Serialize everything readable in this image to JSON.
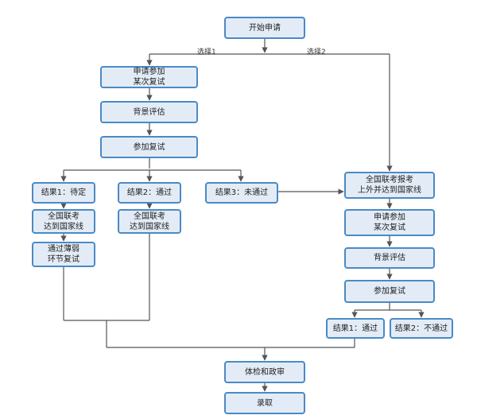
{
  "nodes": {
    "start": "开始申请",
    "apply_left": "申请参加\n某次复试",
    "bg_left": "背景评估",
    "interview_left": "参加复试",
    "res1": "结果1：待定",
    "res2": "结果2：通过",
    "res3": "结果3：未通过",
    "res1_line": "全国联考\n达到国家线",
    "res1_weak": "通过薄弱\n环节复试",
    "res2_line": "全国联考\n达到国家线",
    "right_line": "全国联考报考\n上外并达到国家线",
    "apply_right": "申请参加\n某次复试",
    "bg_right": "背景评估",
    "interview_right": "参加复试",
    "right_res1": "结果1：通过",
    "right_res2": "结果2：不通过",
    "medical": "体检和政审",
    "admit": "录取"
  },
  "labels": {
    "choice1": "选择1",
    "choice2": "选择2"
  },
  "colors": {
    "box_fill": "#e3ecf6",
    "box_border": "#4a8ac6",
    "line": "#555555"
  }
}
